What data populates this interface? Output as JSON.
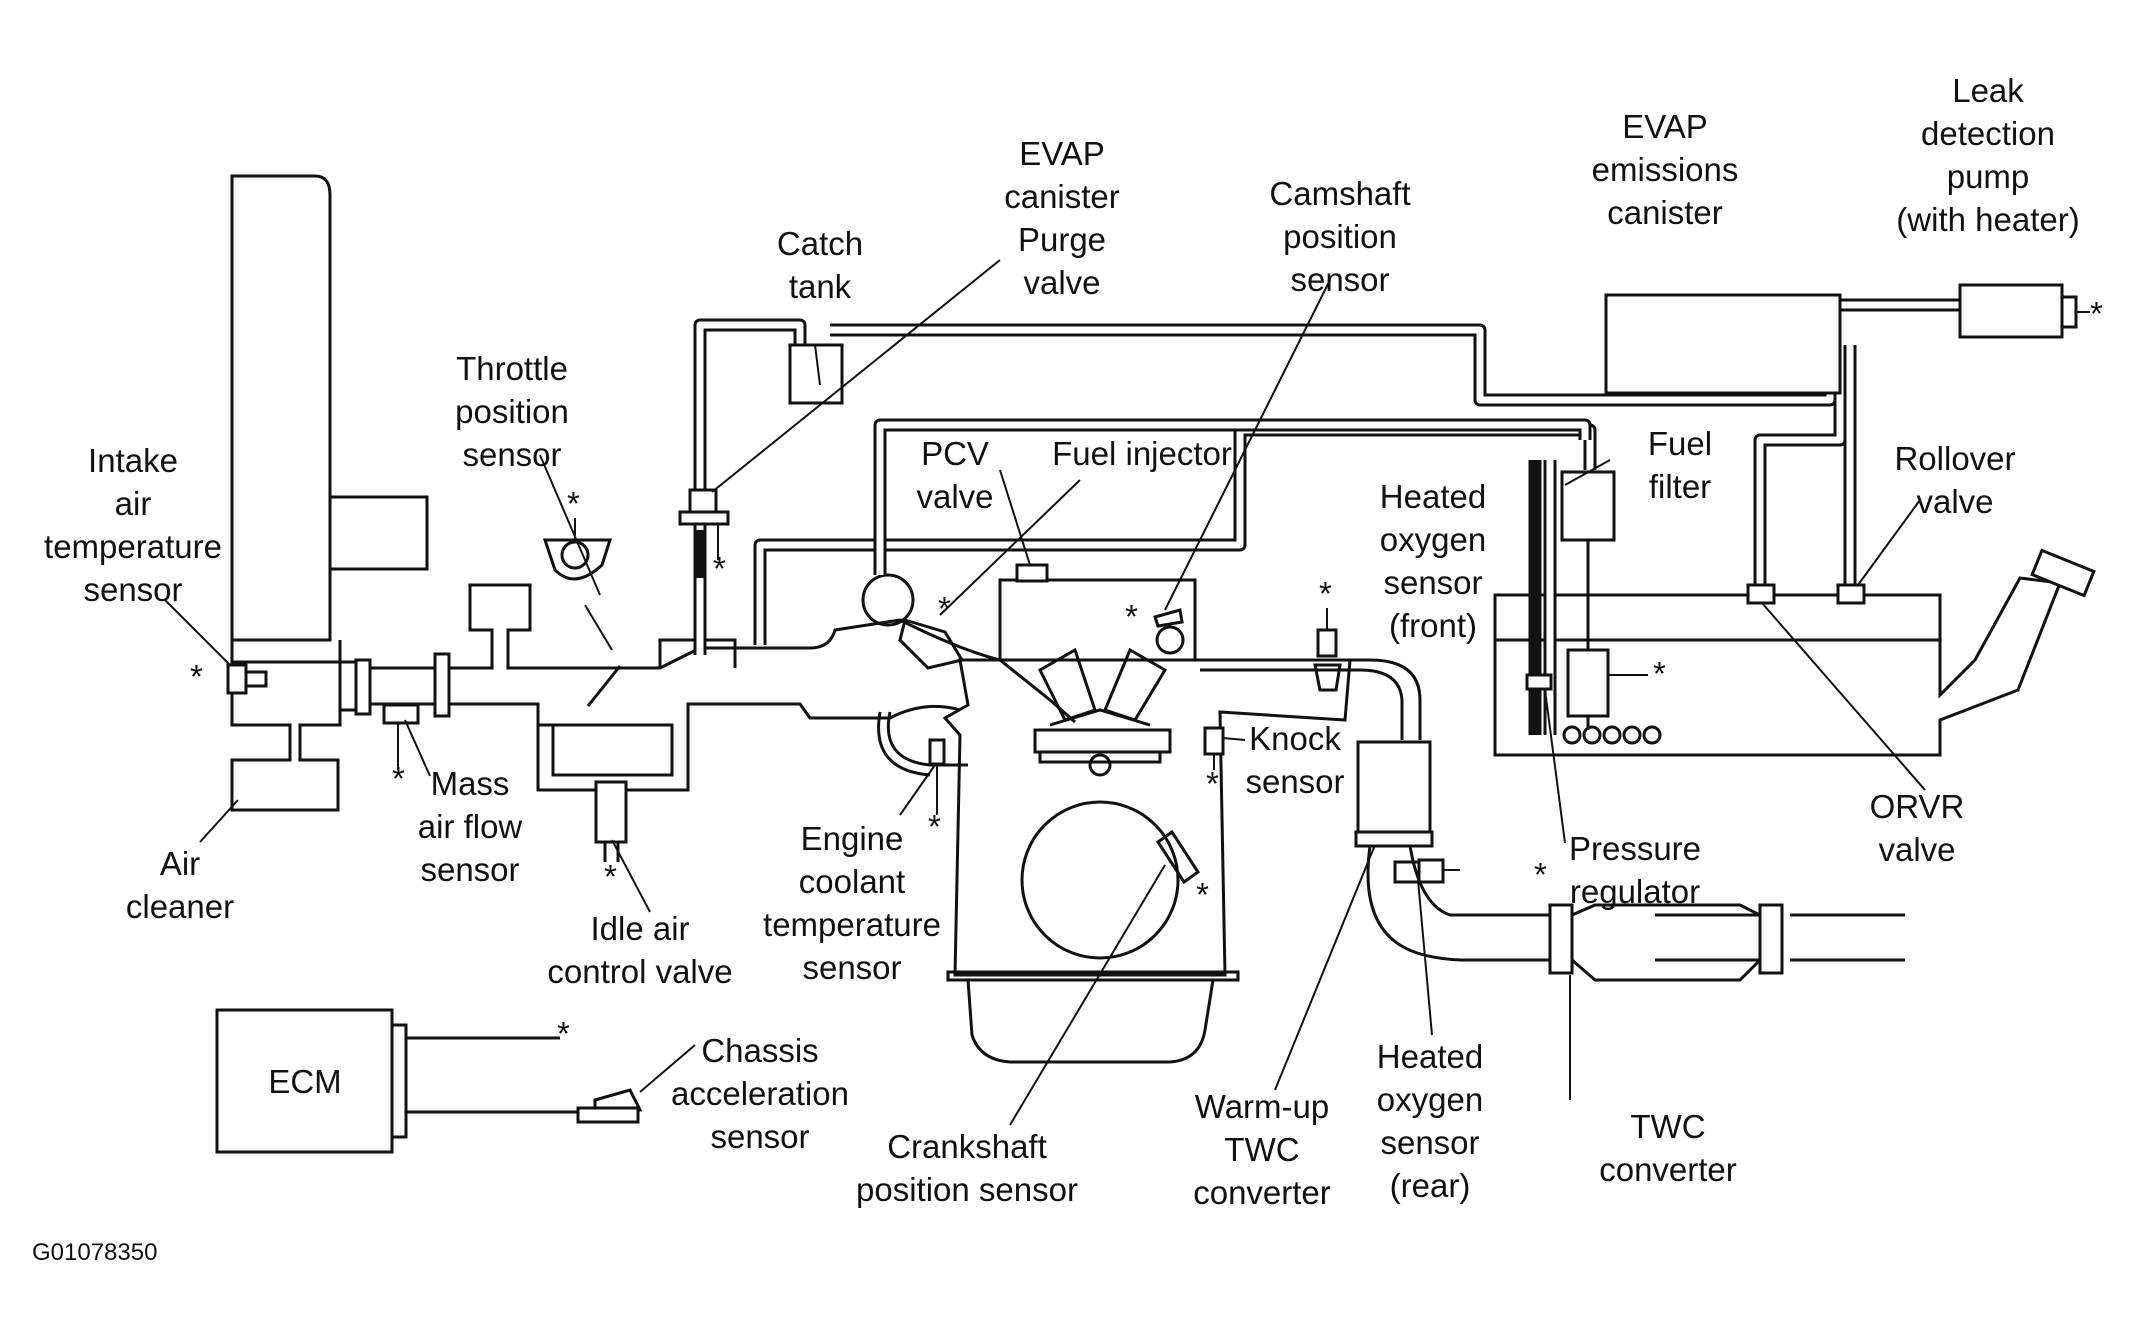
{
  "labels": {
    "intake_air_temp": [
      "Intake",
      "air",
      "temperature",
      "sensor"
    ],
    "air_cleaner": [
      "Air",
      "cleaner"
    ],
    "mass_air_flow": [
      "Mass",
      "air flow",
      "sensor"
    ],
    "throttle_position": [
      "Throttle",
      "position",
      "sensor"
    ],
    "idle_air_control": [
      "Idle air",
      "control valve"
    ],
    "catch_tank": [
      "Catch",
      "tank"
    ],
    "evap_purge": [
      "EVAP",
      "canister",
      "Purge",
      "valve"
    ],
    "pcv_valve": [
      "PCV",
      "valve"
    ],
    "fuel_injector": [
      "Fuel injector"
    ],
    "camshaft_position": [
      "Camshaft",
      "position",
      "sensor"
    ],
    "engine_coolant_temp": [
      "Engine",
      "coolant",
      "temperature",
      "sensor"
    ],
    "knock_sensor": [
      "Knock",
      "sensor"
    ],
    "crankshaft_position": [
      "Crankshaft",
      "position sensor"
    ],
    "heated_o2_front": [
      "Heated",
      "oxygen",
      "sensor",
      "(front)"
    ],
    "heated_o2_rear": [
      "Heated",
      "oxygen",
      "sensor",
      "(rear)"
    ],
    "warmup_twc": [
      "Warm-up",
      "TWC",
      "converter"
    ],
    "twc_converter": [
      "TWC",
      "converter"
    ],
    "evap_emissions_canister": [
      "EVAP",
      "emissions",
      "canister"
    ],
    "leak_detection_pump": [
      "Leak",
      "detection",
      "pump",
      "(with heater)"
    ],
    "fuel_filter": [
      "Fuel",
      "filter"
    ],
    "rollover_valve": [
      "Rollover",
      "valve"
    ],
    "orvr_valve": [
      "ORVR",
      "valve"
    ],
    "pressure_regulator": [
      "Pressure",
      "regulator"
    ],
    "ecm": "ECM",
    "chassis_acceleration": [
      "Chassis",
      "acceleration",
      "sensor"
    ]
  },
  "star_symbol": "*",
  "figure_code": "G01078350"
}
